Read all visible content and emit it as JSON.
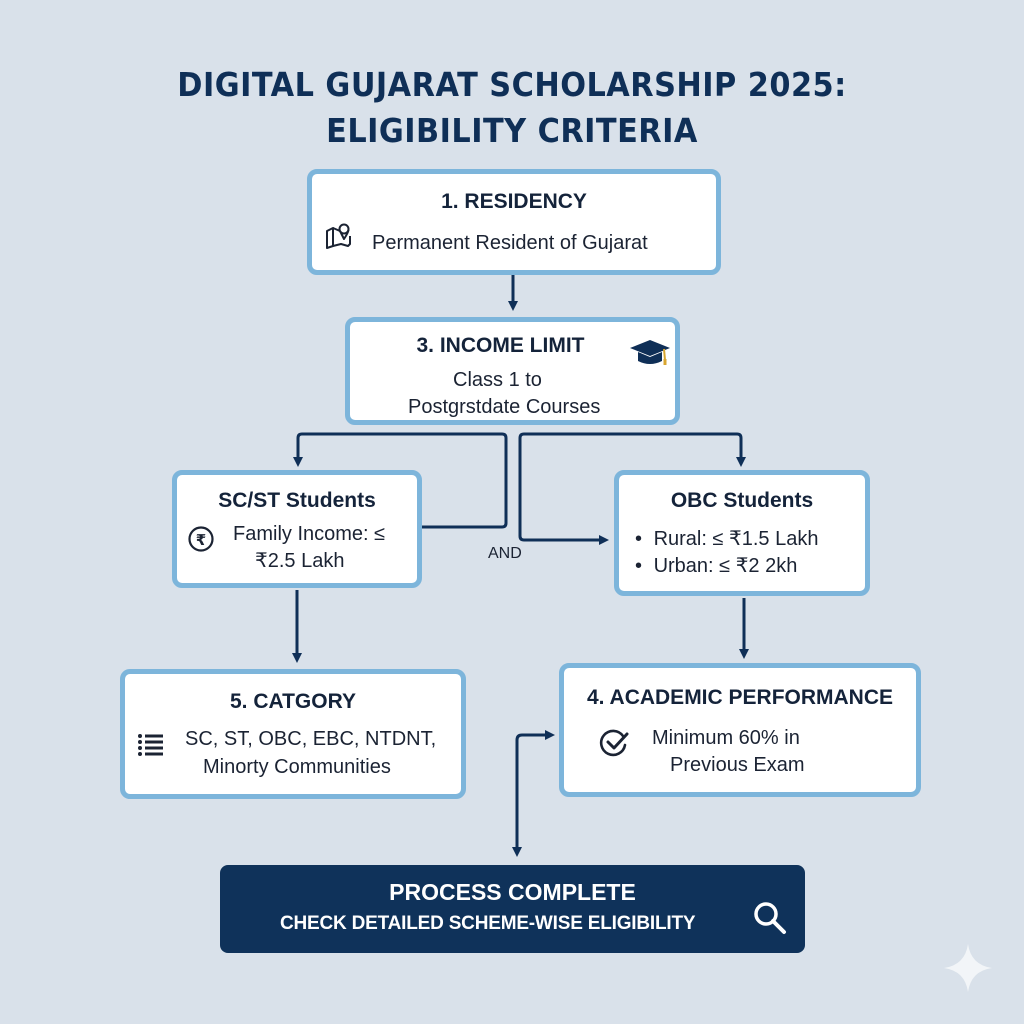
{
  "title": {
    "line1": "DIGITAL GUJARAT SCHOLARSHIP 2025:",
    "line2": "ELIGIBILITY CRITERIA"
  },
  "nodes": {
    "residency": {
      "title": "1. RESIDENCY",
      "text": "Permanent Resident of Gujarat",
      "icon": "map-pin-icon"
    },
    "income": {
      "title": "3. INCOME LIMIT",
      "line1": "Class 1 to",
      "line2": "Postgrstdate Courses",
      "icon": "graduation-cap-icon"
    },
    "scst": {
      "title": "SC/ST Students",
      "line1": "Family Income: ≤",
      "line2": "₹2.5 Lakh",
      "icon": "rupee-icon"
    },
    "obc": {
      "title": "OBC Students",
      "items": [
        "Rural: ≤ ₹1.5 Lakh",
        "Urban: ≤ ₹2 2kh"
      ],
      "bullet": "•"
    },
    "category": {
      "title": "5. CATGORY",
      "line1": "SC, ST, OBC, EBC, NTDNT,",
      "line2": "Minorty Communities",
      "icon": "list-icon"
    },
    "academic": {
      "title": "4. ACADEMIC PERFORMANCE",
      "line1": "Minimum 60% in",
      "line2": "Previous Exam",
      "icon": "check-circle-icon"
    }
  },
  "connector_label": "AND",
  "final": {
    "title": "PROCESS COMPLETE",
    "subtitle": "CHECK DETAILED SCHEME-WISE ELIGIBILITY",
    "icon": "search-icon"
  },
  "colors": {
    "background": "#d9e1ea",
    "title": "#0f2f57",
    "box_border": "#7db5db",
    "arrow": "#0f2f57",
    "final_bg": "#0f325a"
  }
}
